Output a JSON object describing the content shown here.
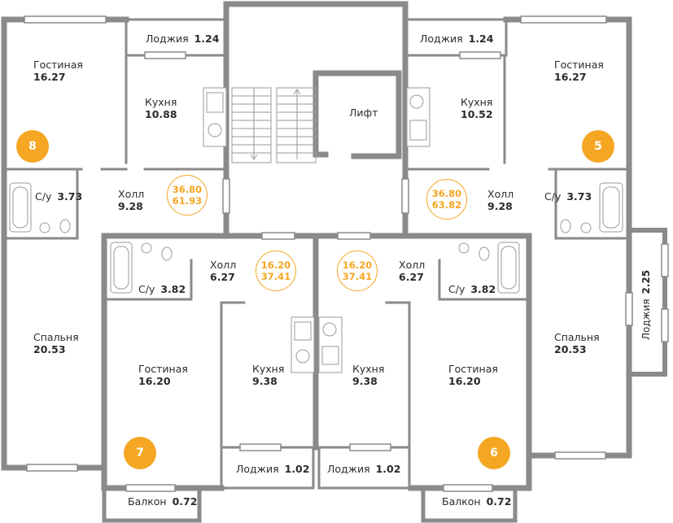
{
  "colors": {
    "wall": "#8a8a8a",
    "accent": "#f5a623",
    "fixture": "#9a9a9a"
  },
  "lift_label": "Лифт",
  "apartments": {
    "a8": {
      "badge": "8",
      "total": "36.80",
      "total_area": "61.93",
      "living": {
        "name": "Гостиная",
        "area": "16.27"
      },
      "kitchen": {
        "name": "Кухня",
        "area": "10.88"
      },
      "bath": {
        "name": "С/у",
        "area": "3.73"
      },
      "hall": {
        "name": "Холл",
        "area": "9.28"
      },
      "bedroom": {
        "name": "Спальня",
        "area": "20.53"
      },
      "loggia": {
        "name": "Лоджия",
        "area": "1.24"
      }
    },
    "a5": {
      "badge": "5",
      "total": "36.80",
      "total_area": "63.82",
      "living": {
        "name": "Гостиная",
        "area": "16.27"
      },
      "kitchen": {
        "name": "Кухня",
        "area": "10.52"
      },
      "bath": {
        "name": "С/у",
        "area": "3.73"
      },
      "hall": {
        "name": "Холл",
        "area": "9.28"
      },
      "bedroom": {
        "name": "Спальня",
        "area": "20.53"
      },
      "loggia": {
        "name": "Лоджия",
        "area": "1.24"
      },
      "loggia2": {
        "name": "Лоджия",
        "area": "2.25"
      }
    },
    "a7": {
      "badge": "7",
      "total": "16.20",
      "total_area": "37.41",
      "living": {
        "name": "Гостиная",
        "area": "16.20"
      },
      "kitchen": {
        "name": "Кухня",
        "area": "9.38"
      },
      "bath": {
        "name": "С/у",
        "area": "3.82"
      },
      "hall": {
        "name": "Холл",
        "area": "6.27"
      },
      "loggia": {
        "name": "Лоджия",
        "area": "1.02"
      },
      "balcony": {
        "name": "Балкон",
        "area": "0.72"
      }
    },
    "a6": {
      "badge": "6",
      "total": "16.20",
      "total_area": "37.41",
      "living": {
        "name": "Гостиная",
        "area": "16.20"
      },
      "kitchen": {
        "name": "Кухня",
        "area": "9.38"
      },
      "bath": {
        "name": "С/у",
        "area": "3.82"
      },
      "hall": {
        "name": "Холл",
        "area": "6.27"
      },
      "loggia": {
        "name": "Лоджия",
        "area": "1.02"
      },
      "balcony": {
        "name": "Балкон",
        "area": "0.72"
      }
    }
  }
}
